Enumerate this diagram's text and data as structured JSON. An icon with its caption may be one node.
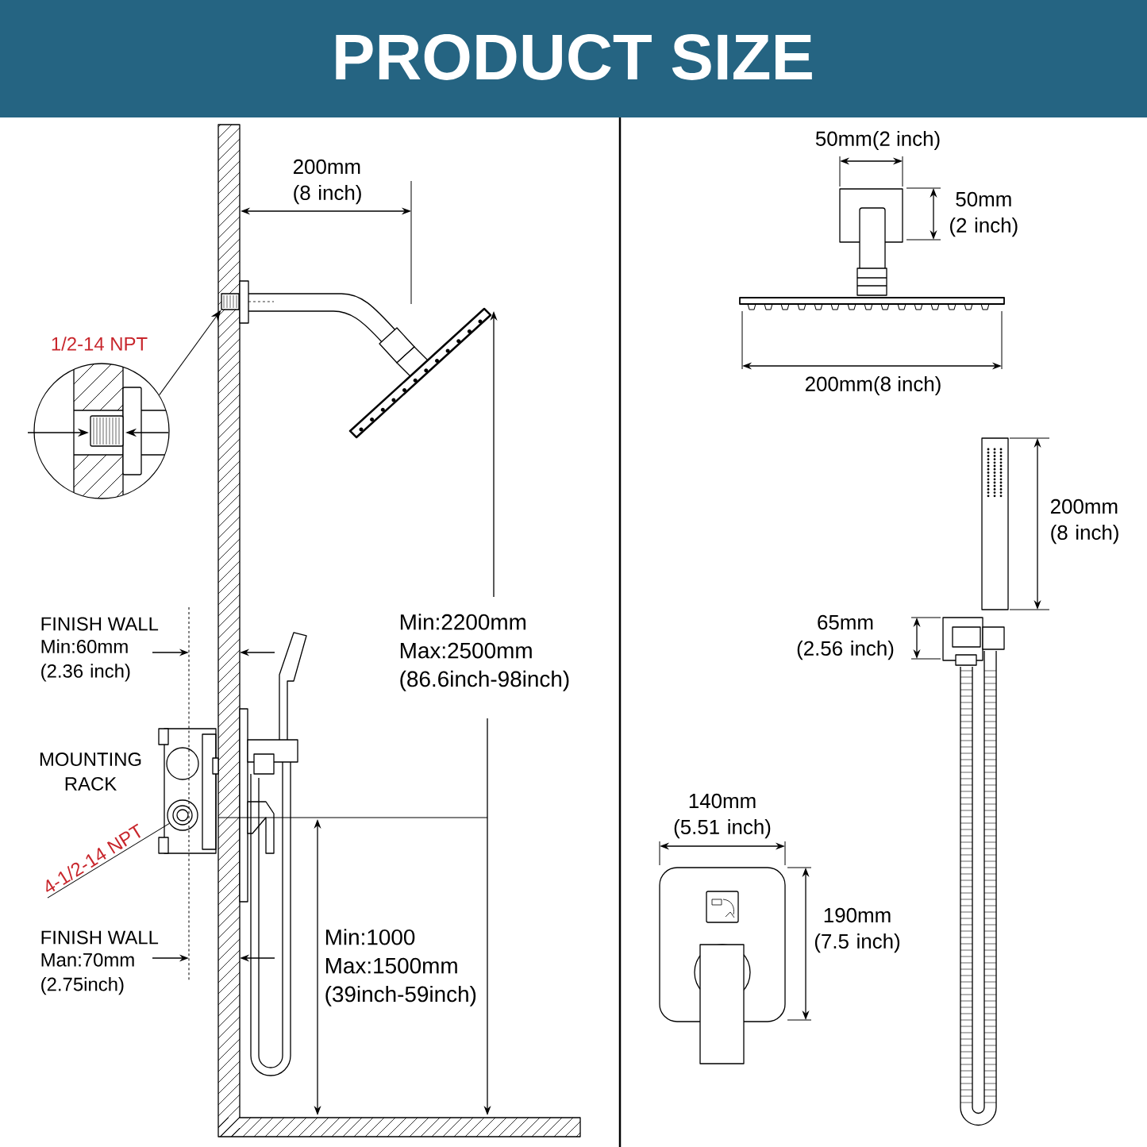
{
  "diagram": {
    "title": "PRODUCT SIZE",
    "nodes": [
      {
        "text": [],
        "shape": "circle",
        "beside": [
          "1/2-14 NPT"
        ]
      },
      {
        "text": [],
        "shape": "box"
      },
      {
        "text": [
          "4-1/2-14 NPT"
        ]
      },
      {
        "text": [],
        "shape": "circle"
      }
    ],
    "edges": [
      {
        "from": 0,
        "to": 1,
        "arrow": "to"
      },
      {
        "from": 2,
        "to": 3,
        "arrow": "none"
      }
    ],
    "labels": [
      "200mm (8 inch)",
      "50mm(2 inch)",
      "50mm (2 inch)",
      "200mm(8 inch)",
      "200mm (8 inch)",
      "FINISH WALL",
      "Min:60mm (2.36 inch)",
      "Min:2200mm Max:2500mm (86.6inch-98inch)",
      "65mm (2.56 inch)",
      "MOUNTING RACK",
      "140mm (5.51 inch)",
      "FINISH WALL",
      "Man:70mm (2.75inch)",
      "Min:1000 Max:1500mm (39inch-59inch)",
      "190mm (7.5 inch)"
    ]
  }
}
